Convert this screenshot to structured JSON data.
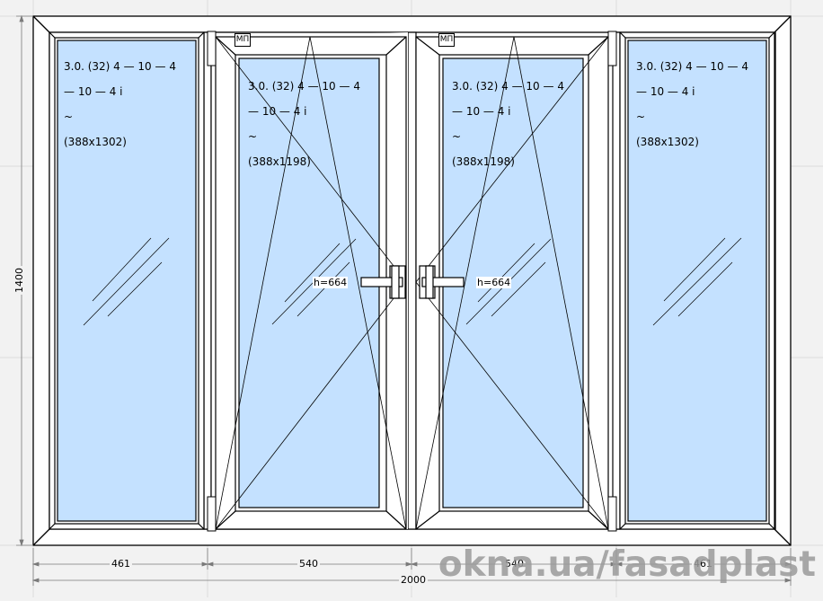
{
  "window": {
    "total_width": "2000",
    "total_height": "1400",
    "sections": [
      {
        "id": "s1",
        "width": "461",
        "type": "fixed",
        "glass": {
          "line1": "3.0. (32)   4 — 10 — 4",
          "line2": "— 10 — 4 i",
          "line3": "~",
          "line4": "(388x1302)"
        }
      },
      {
        "id": "s2",
        "width": "540",
        "type": "tilt-turn",
        "marker": "МП",
        "handle_height": "h=664",
        "glass": {
          "line1": "3.0. (32)   4 — 10 — 4",
          "line2": "— 10 — 4 i",
          "line3": "~",
          "line4": "(388x1198)"
        }
      },
      {
        "id": "s3",
        "width": "540",
        "type": "tilt-turn",
        "marker": "МП",
        "handle_height": "h=664",
        "glass": {
          "line1": "3.0. (32)   4 — 10 — 4",
          "line2": "— 10 — 4 i",
          "line3": "~",
          "line4": "(388x1198)"
        }
      },
      {
        "id": "s4",
        "width": "461",
        "type": "fixed",
        "glass": {
          "line1": "3.0. (32)   4 — 10 — 4",
          "line2": "— 10 — 4 i",
          "line3": "~",
          "line4": "(388x1302)"
        }
      }
    ]
  },
  "watermark": "okna.ua/fasadplast",
  "colors": {
    "glass": "#c4e1ff",
    "frame": "#ffffff",
    "outline": "#000000",
    "background": "#f2f2f2",
    "watermark": "#9a9a9a"
  }
}
